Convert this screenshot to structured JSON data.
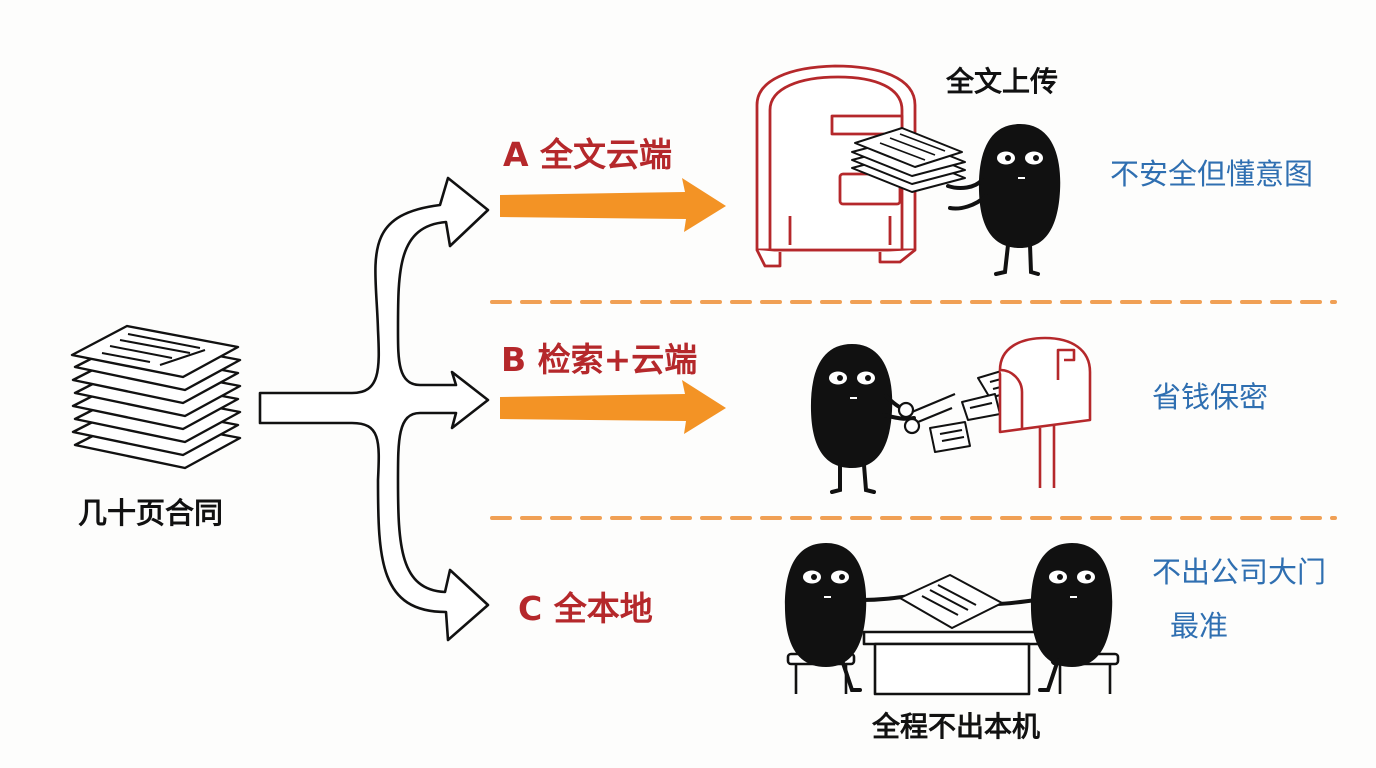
{
  "source_label": "几十页合同",
  "options": [
    {
      "label": "A 全文云端",
      "caption": "全文上传",
      "note": "不安全但懂意图"
    },
    {
      "label": "B 检索+云端",
      "note": "省钱保密"
    },
    {
      "label": "C 全本地",
      "caption": "全程不出本机",
      "note_lines": [
        "不出公司大门",
        "最准"
      ]
    }
  ],
  "colors": {
    "option_label": "#b5282b",
    "arrow_orange": "#f39325",
    "divider": "#f0a055",
    "note": "#2f6fb1",
    "mailbox": "#b5282b",
    "ink": "#111111"
  }
}
